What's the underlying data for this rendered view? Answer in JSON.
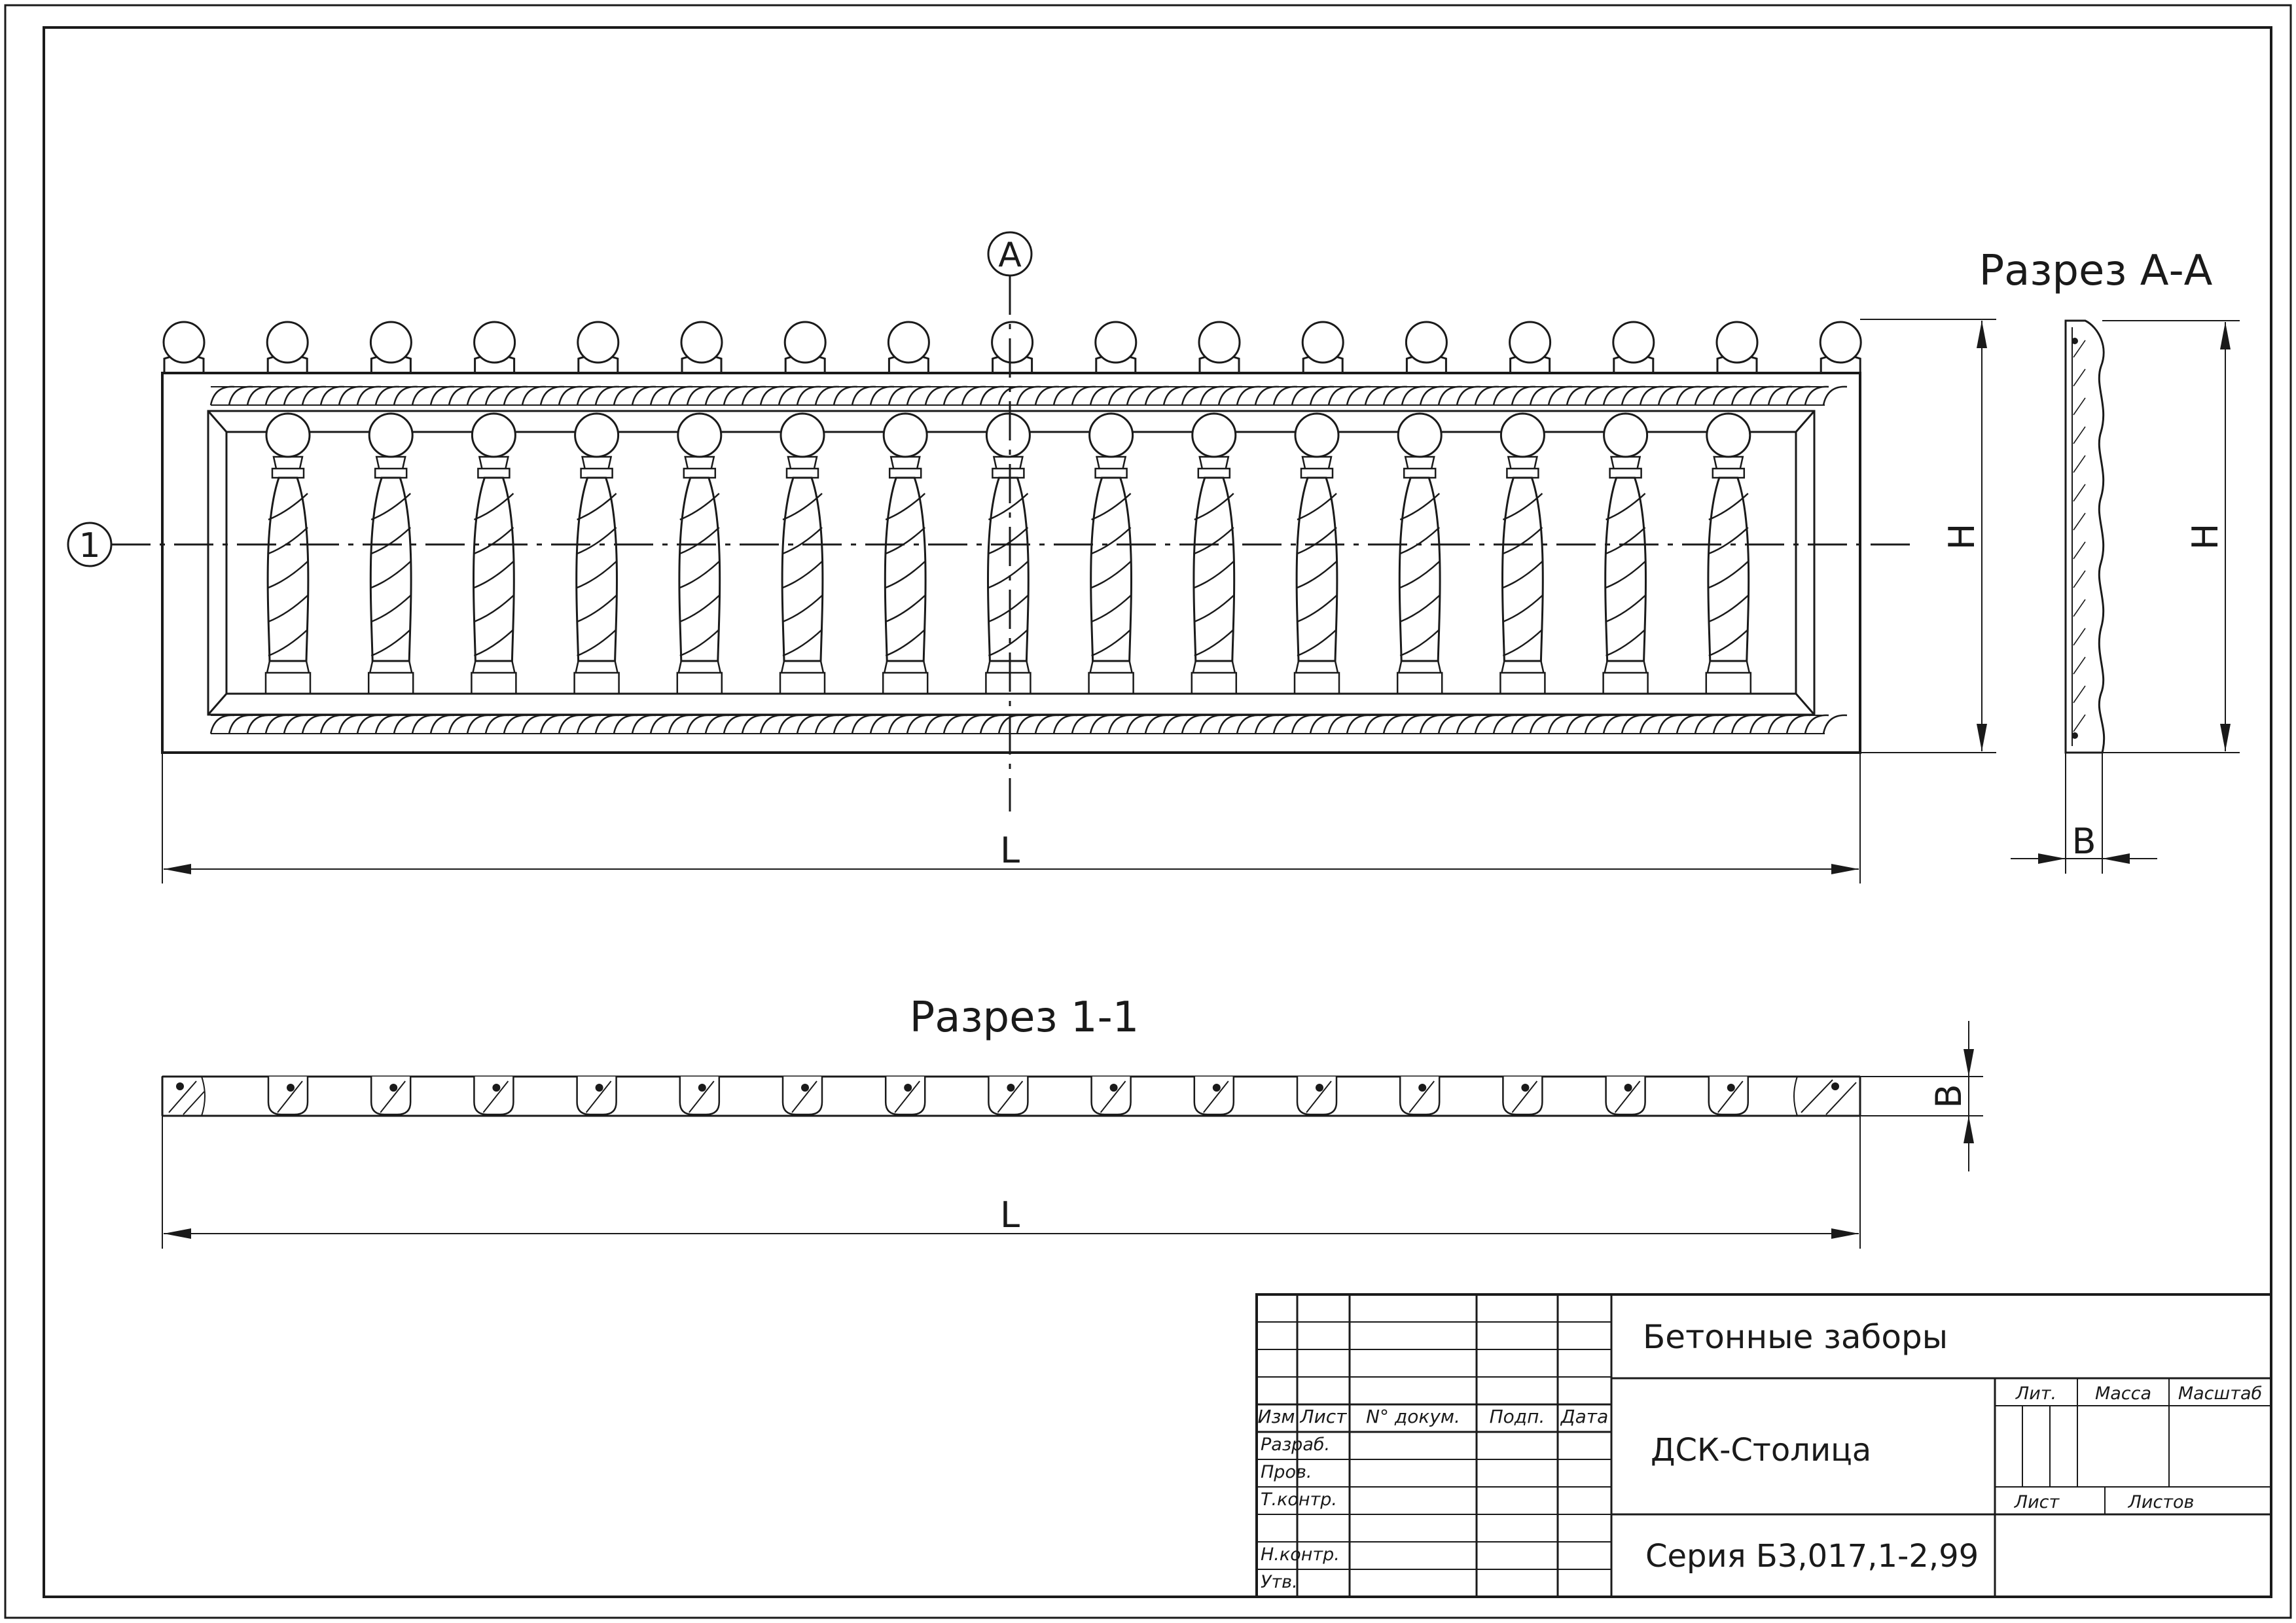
{
  "markers": {
    "section_a": "A",
    "section_1": "1"
  },
  "view_labels": {
    "section_aa": "Разрез А-А",
    "section_11": "Разрез 1-1"
  },
  "dims": {
    "length": "L",
    "height": "H",
    "width": "B"
  },
  "title_block": {
    "col_headers": [
      "Изм",
      "Лист",
      "N° докум.",
      "Подп.",
      "Дата"
    ],
    "row_labels": [
      "Разраб.",
      "Пров.",
      "Т.контр.",
      "",
      "Н.контр.",
      "Утв."
    ],
    "info_headers": {
      "lit": "Лит.",
      "mass": "Масса",
      "scale": "Масштаб",
      "sheet": "Лист",
      "sheets": "Листов"
    },
    "title": "Бетонные заборы",
    "organization": "ДСК-Столица",
    "series": "Серия Б3,017,1-2,99"
  }
}
